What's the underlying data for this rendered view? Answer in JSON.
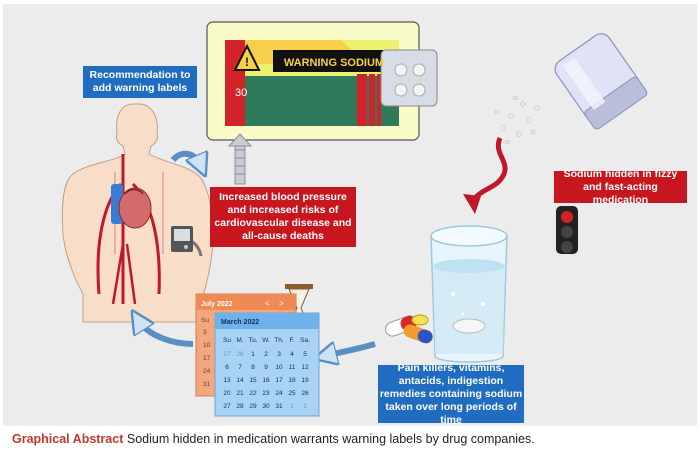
{
  "labels": {
    "recommendation": "Recommendation to add warning labels",
    "blood_pressure": "Increased blood pressure and increased risks of cardiovascular disease and all-cause deaths",
    "sodium_hidden": "Sodium hidden in fizzy and fast-acting medication",
    "pain_killers": "Pain killers, vitamins, antacids, indigestion remedies containing sodium taken over long periods of time"
  },
  "medicine_box": {
    "warning_text": "WARNING SODIUM",
    "count": "30"
  },
  "calendar_back": {
    "month": "July 2022",
    "nav_prev": "<",
    "nav_next": ">",
    "day_header": "Su",
    "dates": [
      "3",
      "10",
      "17",
      "24",
      "31"
    ]
  },
  "calendar_front": {
    "month": "March 2022",
    "weekdays": [
      "Su",
      "M.",
      "Tu.",
      "W.",
      "Th.",
      "F.",
      "Sa."
    ],
    "rows": [
      [
        "27",
        "28",
        "1",
        "2",
        "3",
        "4",
        "5"
      ],
      [
        "6",
        "7",
        "8",
        "9",
        "10",
        "11",
        "12"
      ],
      [
        "13",
        "14",
        "15",
        "16",
        "17",
        "18",
        "19"
      ],
      [
        "20",
        "21",
        "22",
        "23",
        "24",
        "25",
        "26"
      ],
      [
        "27",
        "28",
        "29",
        "30",
        "31",
        "1",
        "2"
      ]
    ]
  },
  "caption": {
    "title": "Graphical Abstract",
    "text": " Sodium hidden in medication warrants warning labels by drug companies."
  },
  "colors": {
    "panel": "#ececec",
    "red_box": "#c8161e",
    "blue_box": "#1f6cc0",
    "caption_title": "#c0392b",
    "arrow_blue": "#cfe3f5",
    "squiggle": "#c0182a"
  }
}
